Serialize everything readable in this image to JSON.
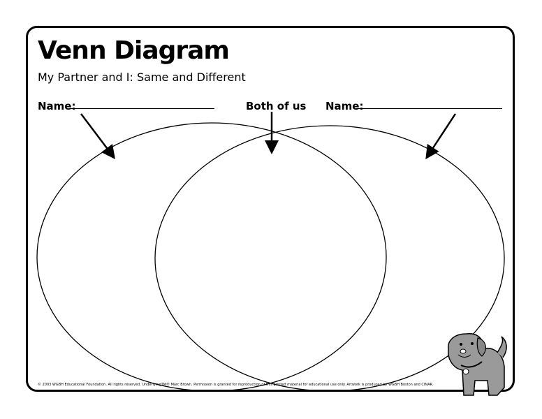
{
  "title": "Venn Diagram",
  "subtitle": "My Partner and I: Same and Different",
  "left_label": "Name:",
  "middle_label": "Both of us",
  "right_label": "Name:",
  "left_name_value": "",
  "right_name_value": "",
  "footer": "© 2003 WGBH Educational Foundation. All rights reserved. UnderlyingTM® Marc Brown. Permission is granted for reproduction of this printed material for educational use only. Artwork is produced by WGBH Boston and CINAR.",
  "colors": {
    "ink": "#000000",
    "dog": "#9a9a9a"
  }
}
